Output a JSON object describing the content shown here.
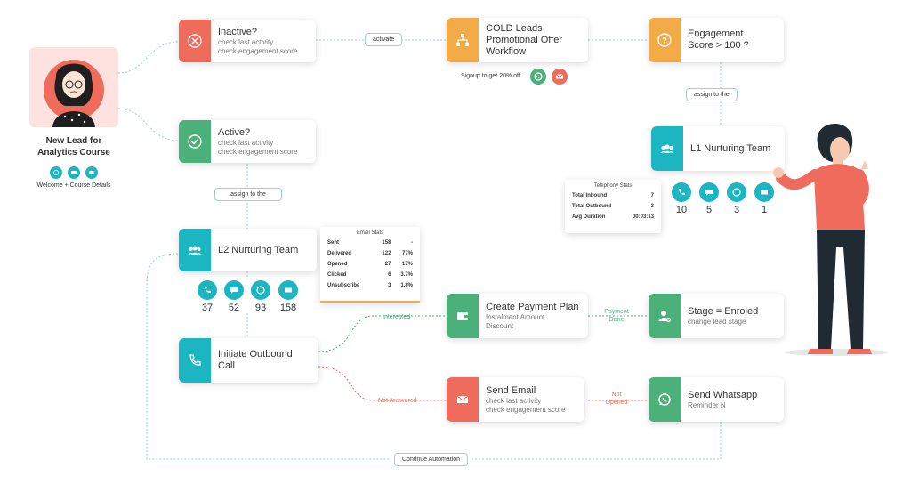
{
  "lead": {
    "title_line1": "New Lead for",
    "title_line2": "Analytics Course",
    "caption": "Welcome + Course Details",
    "channels": [
      "whatsapp-icon",
      "email-icon",
      "chat-icon"
    ]
  },
  "nodes": {
    "inactive": {
      "title": "Inactive?",
      "sub1": "check last activity",
      "sub2": "check engagement score"
    },
    "active": {
      "title": "Active?",
      "sub1": "check last activity",
      "sub2": "check engagement score"
    },
    "cold": {
      "line1": "COLD Leads",
      "line2": "Promotional Offer",
      "line3": "Workflow"
    },
    "engagement": {
      "line1": "Engagement",
      "line2": "Score > 100 ?"
    },
    "l1": {
      "title": "L1 Nurturing Team"
    },
    "l2": {
      "title": "L2 Nurturing Team"
    },
    "outbound": {
      "title": "Initiate Outbound Call"
    },
    "payment": {
      "title": "Create Payment Plan",
      "sub1": "Instalment Amount",
      "sub2": "Discount"
    },
    "stage": {
      "title": "Stage = Enroled",
      "sub1": "change lead stage"
    },
    "email": {
      "title": "Send Email",
      "sub1": "check last activity",
      "sub2": "check engagement score"
    },
    "whatsapp": {
      "title": "Send Whatsapp",
      "sub1": "Reminder N"
    }
  },
  "pills": {
    "activate": "activate",
    "assign_l1": "assign to the",
    "assign_l2": "assign to the",
    "continue": "Continue Automation"
  },
  "edge_labels": {
    "interested": "Interested",
    "payment_done_1": "Payment",
    "payment_done_2": "Done",
    "not_answered": "Not Answered",
    "not_opened_1": "Not",
    "not_opened_2": "Opened"
  },
  "offer": {
    "text": "Signup to get 20% off"
  },
  "l1_counts": {
    "call": "10",
    "chat": "5",
    "whatsapp": "3",
    "email": "1"
  },
  "l2_counts": {
    "call": "37",
    "chat": "52",
    "whatsapp": "93",
    "email": "158"
  },
  "telephony_stats": {
    "title": "Telephony Stats",
    "rows": [
      {
        "label": "Total Inbound",
        "value": "7"
      },
      {
        "label": "Total Outbound",
        "value": "3"
      },
      {
        "label": "Avg Duration",
        "value": "00:03:13"
      }
    ]
  },
  "email_stats": {
    "title": "Email Stats",
    "rows": [
      {
        "label": "Sent",
        "count": "158",
        "pct": "-"
      },
      {
        "label": "Delivered",
        "count": "122",
        "pct": "77%"
      },
      {
        "label": "Opened",
        "count": "27",
        "pct": "17%"
      },
      {
        "label": "Clicked",
        "count": "6",
        "pct": "3.7%"
      },
      {
        "label": "Unsubscribe",
        "count": "3",
        "pct": "1.8%"
      }
    ]
  },
  "colors": {
    "red": "#ef6b5b",
    "green": "#4cb07a",
    "orange": "#f3ab47",
    "teal": "#1bb6c1",
    "connector": "#8fd0d4"
  }
}
